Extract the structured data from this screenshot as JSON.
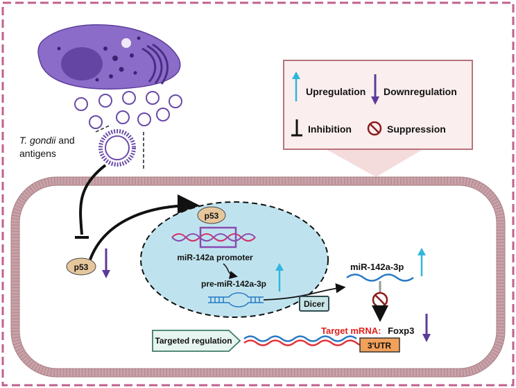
{
  "colors": {
    "frame_border": "#c0608f",
    "membrane": "#c9a3a9",
    "membrane_dark": "#a97f86",
    "nucleus_fill": "#bfe3ee",
    "parasite": "#8c6cc9",
    "parasite_dark": "#5d3e9c",
    "p53_fill": "#e6c79c",
    "up_arrow": "#2fb6dc",
    "down_arrow": "#5b3a9a",
    "legend_fill": "#fbeeee",
    "legend_border": "#b7727a",
    "dicer_fill": "#c9e4e6",
    "utr_fill": "#f2a05a",
    "rna_red": "#e0333a",
    "rna_blue": "#2779c6",
    "target_red": "#e0201c"
  },
  "legend": {
    "upregulation": "Upregulation",
    "downregulation": "Downregulation",
    "inhibition": "Inhibition",
    "suppression": "Suppression"
  },
  "labels": {
    "tgondii_italic": "T. gondii",
    "tgondii_rest": " and",
    "antigens": "antigens",
    "p53_cytoplasm": "p53",
    "p53_nucleus": "p53",
    "promoter": "miR-142a promoter",
    "pre_mirna": "pre-miR-142a-3p",
    "dicer": "Dicer",
    "mirna": "miR-142a-3p",
    "target_prefix": "Target mRNA:",
    "target_gene": "Foxp3",
    "utr": "3'UTR",
    "targeted_regulation": "Targeted regulation"
  },
  "icons": {
    "up": "up-arrow-icon",
    "down": "down-arrow-icon",
    "inhibition": "inhibition-bar-icon",
    "suppression": "prohibition-icon"
  }
}
